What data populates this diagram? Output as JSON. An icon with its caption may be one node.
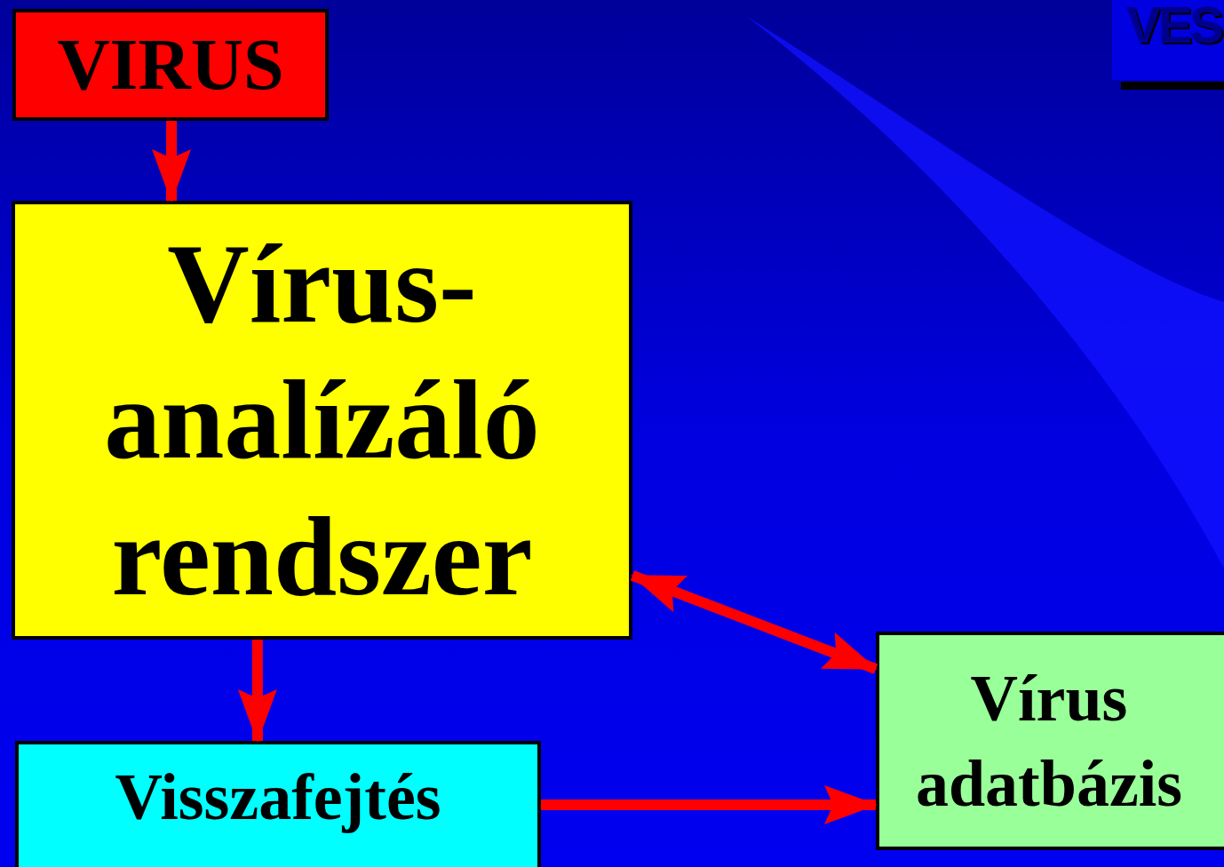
{
  "diagram": {
    "nodes": [
      {
        "text": [
          "VIRUS"
        ]
      },
      {
        "text": [
          "Vírus- analízáló rendszer"
        ]
      },
      {
        "text": [
          "Visszafejtés"
        ]
      },
      {
        "text": [
          "Vírus adatbázis"
        ]
      }
    ],
    "edges": [
      {
        "from": 0,
        "to": 1,
        "arrow": "to"
      },
      {
        "from": 1,
        "to": 3,
        "arrow": "both"
      },
      {
        "from": 1,
        "to": 2,
        "arrow": "to"
      },
      {
        "from": 2,
        "to": 3,
        "arrow": "to"
      }
    ],
    "labels": [
      "VES"
    ]
  }
}
